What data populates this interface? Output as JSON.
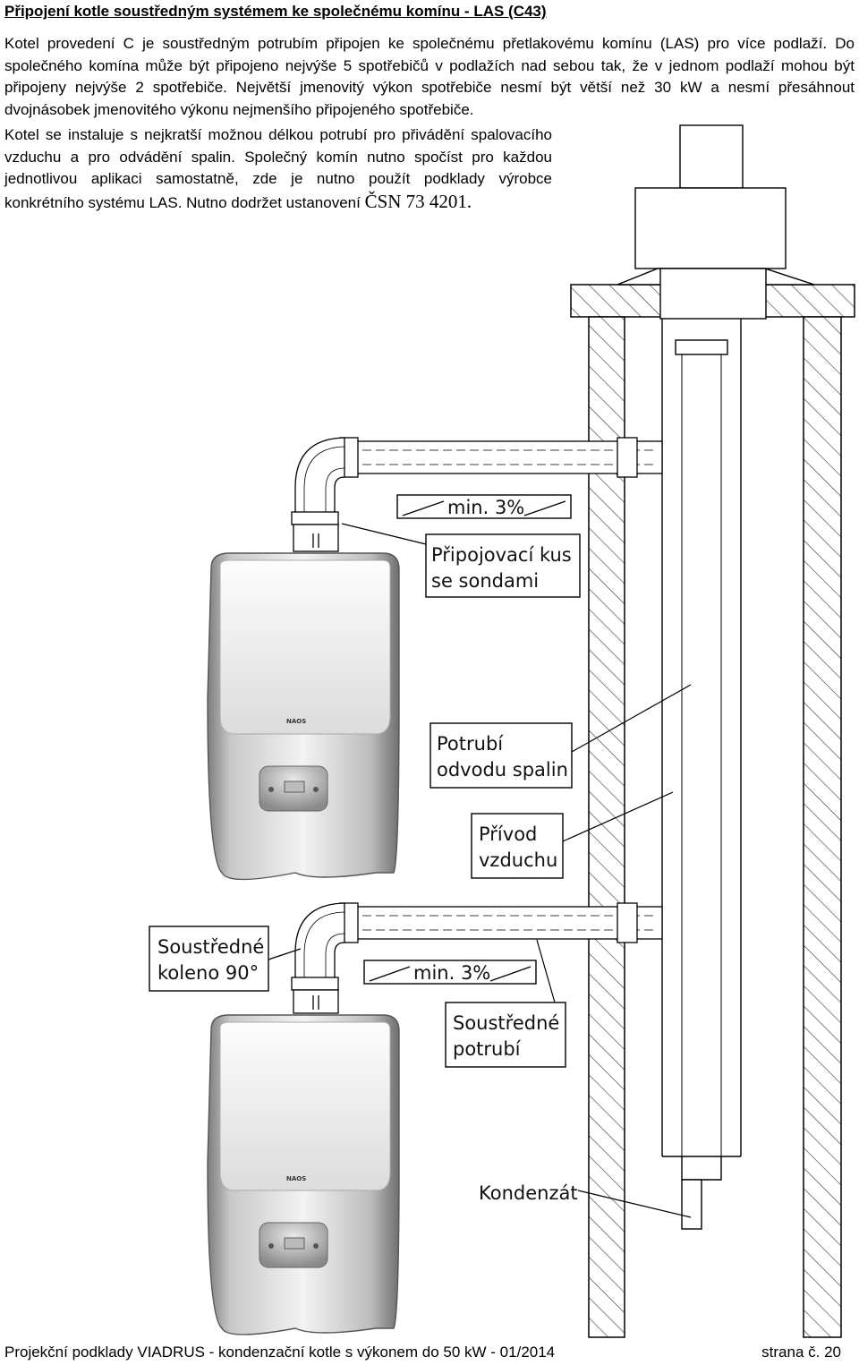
{
  "document": {
    "title": "Připojení kotle soustředným systémem ke společnému komínu - LAS (C43)",
    "paragraph1": "Kotel provedení C je soustředným potrubím připojen ke společnému přetlakovému komínu (LAS) pro více podlaží. Do společného komína může být připojeno nejvýše 5 spotřebičů v podlažích nad sebou tak, že v jednom podlaží mohou být připojeny nejvýše 2 spotřebiče. Největší jmenovitý výkon spotřebiče nesmí být větší než 30 kW  a nesmí přesáhnout dvojnásobek jmenovitého výkonu nejmenšího připojeného spotřebiče.",
    "paragraph2_text": "Kotel se instaluje s nejkratší možnou délkou potrubí pro přivádění spalovacího vzduchu a pro odvádění spalin. Společný komín nutno spočíst pro každou jednotlivou aplikaci samostatně, zde je nutno použít podklady výrobce konkrétního systému LAS. Nutno dodržet ustanovení ",
    "paragraph2_standard": "ČSN 73 4201."
  },
  "diagram": {
    "labels": {
      "slope_upper": "min. 3%",
      "connector_line1": "Připojovací kus",
      "connector_line2": "se sondami",
      "flue_line1": "Potrubí",
      "flue_line2": "odvodu spalin",
      "air_line1": "Přívod",
      "air_line2": "vzduchu",
      "elbow_line1": "Soustředné",
      "elbow_line2": "koleno 90°",
      "slope_lower": "min. 3%",
      "pipe_line1": "Soustředné",
      "pipe_line2": "potrubí",
      "condensate": "Kondenzát"
    },
    "boiler_brand": "NAOS"
  },
  "footer": {
    "left": "Projekční podklady VIADRUS - kondenzační kotle s výkonem do 50 kW - 01/2014",
    "right": "strana č. 20"
  }
}
